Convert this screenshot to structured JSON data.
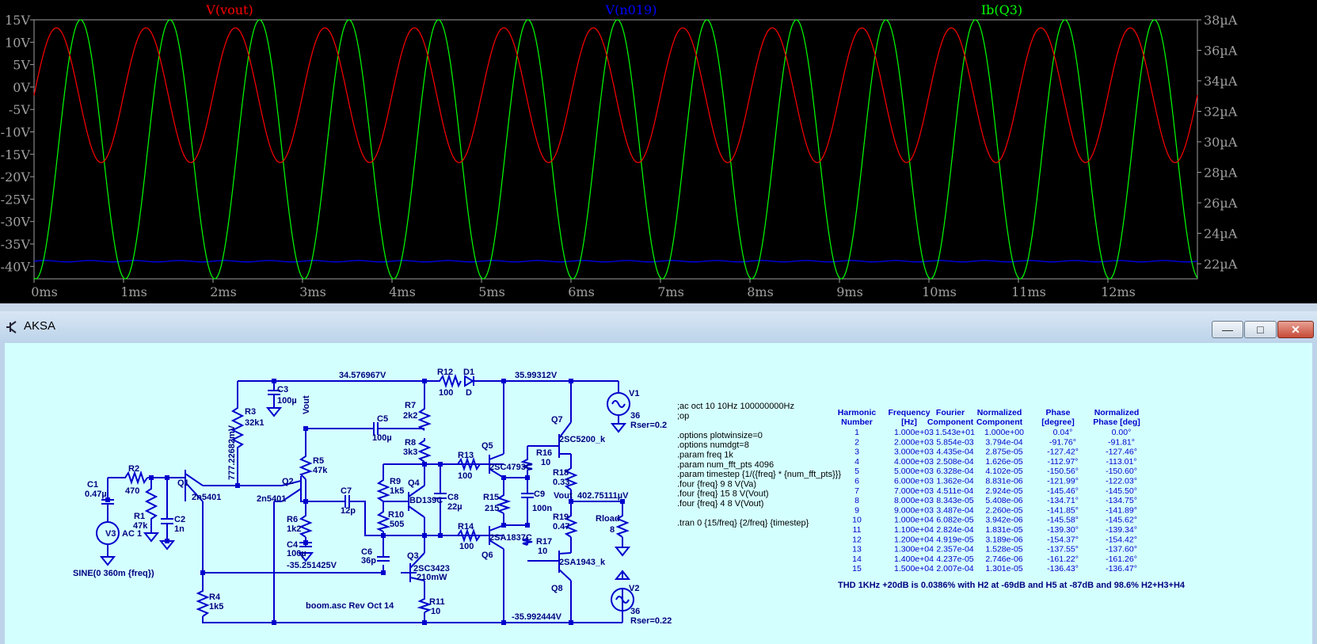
{
  "waveform": {
    "traces": [
      {
        "name": "V(vout)",
        "color": "#ff0000"
      },
      {
        "name": "V(n019)",
        "color": "#0000ff"
      },
      {
        "name": "Ib(Q3)",
        "color": "#00ff00"
      }
    ],
    "y_left_ticks": [
      "15V",
      "10V",
      "5V",
      "0V",
      "-5V",
      "-10V",
      "-15V",
      "-20V",
      "-25V",
      "-30V",
      "-35V",
      "-40V"
    ],
    "y_right_ticks": [
      "38µA",
      "36µA",
      "34µA",
      "32µA",
      "30µA",
      "28µA",
      "26µA",
      "24µA",
      "22µA"
    ],
    "x_ticks": [
      "0ms",
      "1ms",
      "2ms",
      "3ms",
      "4ms",
      "5ms",
      "6ms",
      "7ms",
      "8ms",
      "9ms",
      "10ms",
      "11ms",
      "12ms"
    ],
    "x_range_ms": [
      0,
      13
    ],
    "y_left_range_V": [
      -40,
      15
    ],
    "y_right_range_uA": [
      22,
      38
    ],
    "vout_amplitude_V": 14.3,
    "vout_freq_kHz": 1,
    "n019_level_V": -35.25,
    "ib_center_uA": 30,
    "ib_amplitude_uA": 8
  },
  "window": {
    "title": "AKSA",
    "buttons": {
      "minimize": "—",
      "maximize": "□",
      "close": "✕"
    }
  },
  "schematic": {
    "node_labels": {
      "n_top": "34.576967V",
      "n_top_right": "35.99312V",
      "n_r3": "777.22682mV",
      "n_bottom_left": "-35.251425V",
      "n_bottom_right": "-35.992444V",
      "n_out": "402.75111µV",
      "vout_net": "Vout",
      "vout_net2": "Vout"
    },
    "components": {
      "c1": "C1",
      "c1_val": "0.47µ",
      "r2": "R2",
      "r2_val": "470",
      "r1": "R1",
      "r1_val": "47k",
      "c2": "C2",
      "c2_val": "1n",
      "v3": "V3",
      "v3_val": "AC 1",
      "v3_src": "SINE(0 360m {freq})",
      "q1": "Q1",
      "q1_part": "2n5401",
      "r3": "R3",
      "r3_val": "32k1",
      "c3": "C3",
      "c3_val": "100µ",
      "q2": "Q2",
      "q2_part": "2n5401",
      "r4": "R4",
      "r4_val": "1k5",
      "r5": "R5",
      "r5_val": "47k",
      "r6": "R6",
      "r6_val": "1k2",
      "c4": "C4",
      "c4_val": "100µ",
      "c5": "C5",
      "c5_val": "100µ",
      "c7": "C7",
      "c7_val": "12p",
      "c6": "C6",
      "c6_val": "36p",
      "r7": "R7",
      "r7_val": "2k2",
      "r8": "R8",
      "r8_val": "3k3",
      "r9": "R9",
      "r9_val": "1k5",
      "r10": "R10",
      "r10_val": "505",
      "q4": "Q4",
      "q4_part": "BD139C",
      "c8": "C8",
      "c8_val": "22µ",
      "q3": "Q3",
      "q3_part": "2SC3423",
      "q3_note": "210mW",
      "r11": "R11",
      "r11_val": "10",
      "r12": "R12",
      "r12_val": "100",
      "d1": "D1",
      "d1_val": "D",
      "r13": "R13",
      "r13_val": "100",
      "r14": "R14",
      "r14_val": "100",
      "q5": "Q5",
      "q5_part": "2SC4793C",
      "q6": "Q6",
      "q6_part": "2SA1837C",
      "r15": "R15",
      "r15_val": "215",
      "c9": "C9",
      "c9_val": "100n",
      "r16": "R16",
      "r16_val": "10",
      "r17": "R17",
      "r17_val": "10",
      "q7": "Q7",
      "q7_part": "2SC5200_k",
      "q8": "Q8",
      "q8_part": "2SA1943_k",
      "r18": "R18",
      "r18_val": "0.33",
      "r19": "R19",
      "r19_val": "0.47",
      "rload": "Rload",
      "rload_val": "8",
      "v1": "V1",
      "v1_val": "36",
      "v1_rser": "Rser=0.2",
      "v2": "V2",
      "v2_val": "36",
      "v2_rser": "Rser=0.22",
      "caption": "boom.asc Rev Oct 14"
    },
    "directives": [
      ";ac oct 10 10Hz 100000000Hz",
      ";op",
      "",
      ".options plotwinsize=0",
      ".options numdgt=8",
      ".param freq  1k",
      ".param num_fft_pts 4096",
      ".param timestep {1/({freq} * {num_fft_pts}}}",
      ".four {freq} 9 8 V(Va)",
      ".four {freq} 15 8 V(Vout)",
      ".four {freq} 4 8 V(Vout)",
      "",
      ".tran 0 {15/freq} {2/freq} {timestep}"
    ],
    "fourier": {
      "headers": [
        [
          "Harmonic",
          "Number"
        ],
        [
          "Frequency",
          "[Hz]"
        ],
        [
          "Fourier",
          "Component"
        ],
        [
          "Normalized",
          "Component"
        ],
        [
          "Phase",
          "[degree]"
        ],
        [
          "Normalized",
          "Phase [deg]"
        ]
      ],
      "rows": [
        [
          "1",
          "1.000e+03",
          "1.543e+01",
          "1.000e+00",
          "0.04°",
          "0.00°"
        ],
        [
          "2",
          "2.000e+03",
          "5.854e-03",
          "3.794e-04",
          "-91.76°",
          "-91.81°"
        ],
        [
          "3",
          "3.000e+03",
          "4.435e-04",
          "2.875e-05",
          "-127.42°",
          "-127.46°"
        ],
        [
          "4",
          "4.000e+03",
          "2.508e-04",
          "1.626e-05",
          "-112.97°",
          "-113.01°"
        ],
        [
          "5",
          "5.000e+03",
          "6.328e-04",
          "4.102e-05",
          "-150.56°",
          "-150.60°"
        ],
        [
          "6",
          "6.000e+03",
          "1.362e-04",
          "8.831e-06",
          "-121.99°",
          "-122.03°"
        ],
        [
          "7",
          "7.000e+03",
          "4.511e-04",
          "2.924e-05",
          "-145.46°",
          "-145.50°"
        ],
        [
          "8",
          "8.000e+03",
          "8.343e-05",
          "5.408e-06",
          "-134.71°",
          "-134.75°"
        ],
        [
          "9",
          "9.000e+03",
          "3.487e-04",
          "2.260e-05",
          "-141.85°",
          "-141.89°"
        ],
        [
          "10",
          "1.000e+04",
          "6.082e-05",
          "3.942e-06",
          "-145.58°",
          "-145.62°"
        ],
        [
          "11",
          "1.100e+04",
          "2.824e-04",
          "1.831e-05",
          "-139.30°",
          "-139.34°"
        ],
        [
          "12",
          "1.200e+04",
          "4.919e-05",
          "3.189e-06",
          "-154.37°",
          "-154.42°"
        ],
        [
          "13",
          "1.300e+04",
          "2.357e-04",
          "1.528e-05",
          "-137.55°",
          "-137.60°"
        ],
        [
          "14",
          "1.400e+04",
          "4.237e-05",
          "2.746e-06",
          "-161.22°",
          "-161.26°"
        ],
        [
          "15",
          "1.500e+04",
          "2.007e-04",
          "1.301e-05",
          "-136.43°",
          "-136.47°"
        ]
      ],
      "thd_note": "THD 1KHz +20dB is 0.0386% with H2 at -69dB and H5 at -87dB and 98.6% H2+H3+H4"
    }
  }
}
